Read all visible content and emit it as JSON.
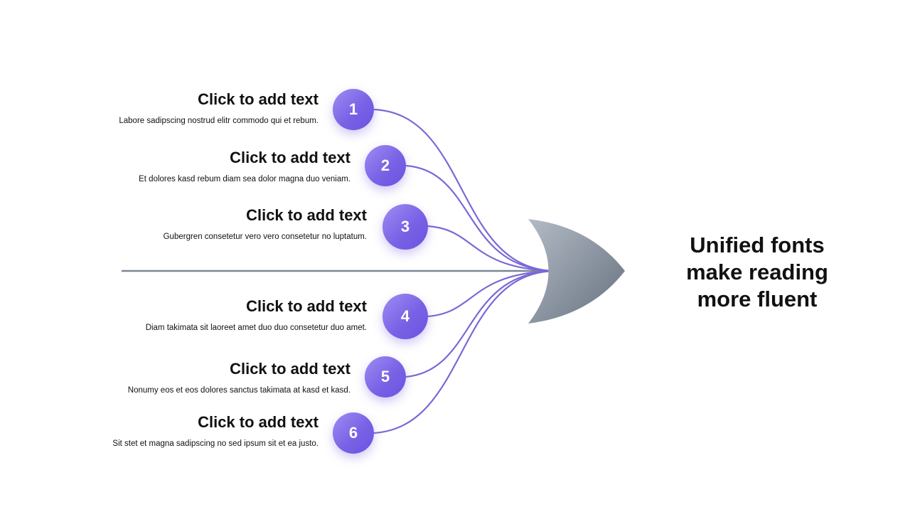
{
  "headline": {
    "line1": "Unified fonts",
    "line2": "make reading",
    "line3": "more fluent"
  },
  "items": [
    {
      "number": "1",
      "title": "Click to add text",
      "description": "Labore sadipscing nostrud elitr commodo qui et rebum."
    },
    {
      "number": "2",
      "title": "Click to add text",
      "description": "Et dolores kasd rebum diam sea dolor magna duo veniam."
    },
    {
      "number": "3",
      "title": "Click to add text",
      "description": "Gubergren consetetur vero vero consetetur no luptatum."
    },
    {
      "number": "4",
      "title": "Click to add text",
      "description": "Diam takimata sit laoreet amet duo duo consetetur duo amet."
    },
    {
      "number": "5",
      "title": "Click to add text",
      "description": "Nonumy eos et eos dolores sanctus takimata at kasd et kasd."
    },
    {
      "number": "6",
      "title": "Click to add text",
      "description": "Sit stet et magna sadipscing no sed ipsum sit et ea justo."
    }
  ],
  "colors": {
    "badge": "#7a62e6",
    "curve": "#7a68d6",
    "axis": "#7b8796",
    "arrowhead_light": "#a6afba",
    "arrowhead_dark": "#6c7786"
  }
}
